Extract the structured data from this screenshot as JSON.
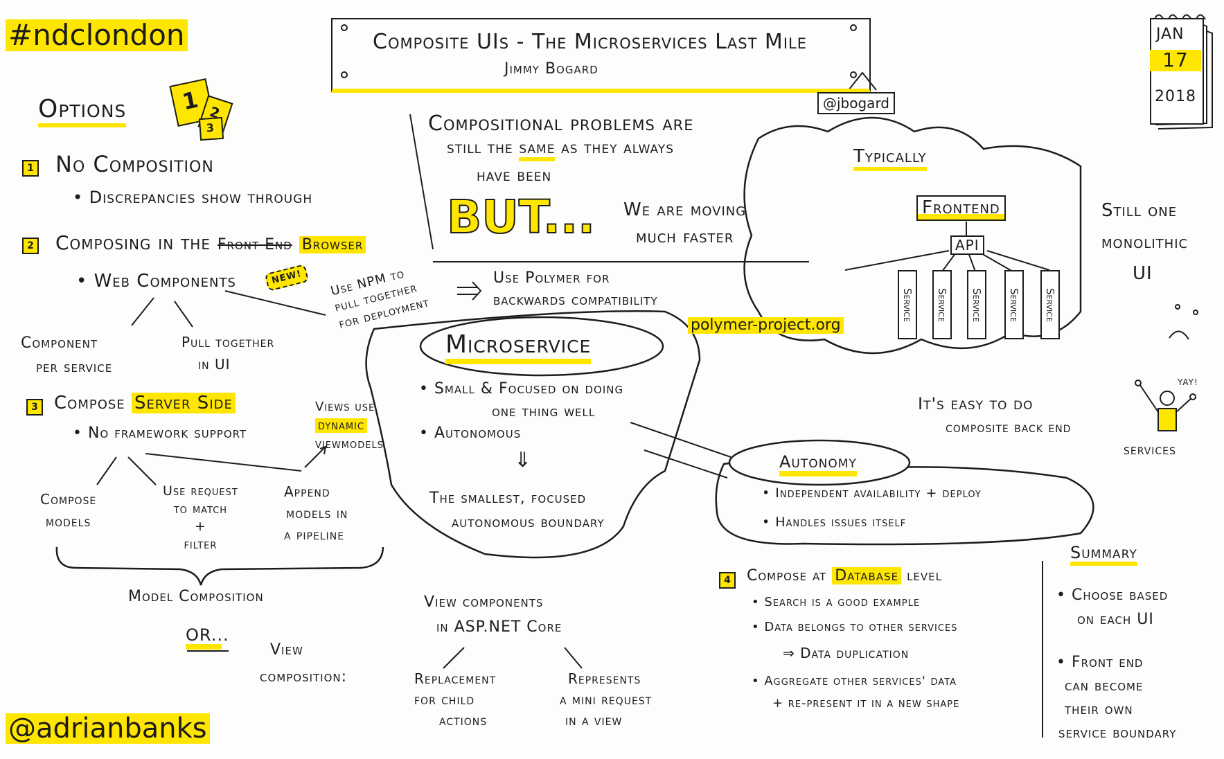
{
  "hashtag": "#ndclondon",
  "credit": "@adrianbanks",
  "title": {
    "main": "Composite UIs - The Microservices Last Mile",
    "speaker": "Jimmy Bogard",
    "handle": "@jbogard"
  },
  "calendar": {
    "month": "JAN",
    "day": "17",
    "year": "2018"
  },
  "options": {
    "heading": "Options",
    "card_number": "1",
    "card_number_2": "2",
    "card_number_3": "3",
    "opt1": {
      "num": "1",
      "title": "No Composition",
      "bullet": "• Discrepancies show through"
    },
    "opt2": {
      "num": "2",
      "title_a": "Composing in the",
      "struck": "Front End",
      "title_b": "Browser",
      "bullet": "• Web Components",
      "new_badge": "NEW!",
      "branch_left": [
        "Component",
        "per service"
      ],
      "branch_right": [
        "Pull together",
        "in UI"
      ],
      "npm": [
        "Use NPM to",
        "pull together",
        "for deployment"
      ],
      "arrow": "⇒",
      "polymer": [
        "Use Polymer for",
        "backwards compatibility"
      ],
      "link": "polymer-project.org"
    },
    "opt3": {
      "num": "3",
      "title_a": "Compose",
      "title_b": "Server Side",
      "bullet": "• No framework support",
      "views_note": [
        "Views use",
        "dynamic",
        "viewmodels"
      ],
      "branches": [
        [
          "Compose",
          "models"
        ],
        [
          "Use request",
          "to match",
          "+",
          "filter"
        ],
        [
          "Append",
          "models in",
          "a pipeline"
        ]
      ],
      "model_comp": "Model Composition",
      "or": "OR...",
      "view_comp": [
        "View",
        "composition:"
      ],
      "view_components": [
        "View components",
        "in ASP.NET Core"
      ],
      "vc_left": [
        "Replacement",
        "for child",
        "actions"
      ],
      "vc_right": [
        "Represents",
        "a mini request",
        "in a view"
      ]
    },
    "opt4": {
      "num": "4",
      "title_a": "Compose at",
      "title_hl": "Database",
      "title_b": "level",
      "b1": "• Search is a good example",
      "b2": "• Data belongs to other services",
      "b2_sub": "⇒ Data duplication",
      "b3": "• Aggregate other services' data",
      "b3_sub": "+ re-present it in a new shape"
    }
  },
  "problems": {
    "line1": "Compositional problems are",
    "line2_a": "still the",
    "line2_hl": "same",
    "line2_b": "as they always",
    "line3": "have been",
    "but": "BUT...",
    "moving": [
      "We are moving",
      "much faster"
    ]
  },
  "microservice": {
    "heading": "Microservice",
    "b1": [
      "• Small & Focused on doing",
      "one thing well"
    ],
    "b2": "• Autonomous",
    "arrow": "⇓",
    "result": [
      "The smallest, focused",
      "autonomous boundary"
    ]
  },
  "autonomy": {
    "heading": "Autonomy",
    "b1": "• Independent availability + deploy",
    "b2": "• Handles issues itself"
  },
  "typically": {
    "heading": "Typically",
    "frontend": "Frontend",
    "api": "API",
    "services": [
      "Service",
      "Service",
      "Service",
      "Service",
      "Service"
    ],
    "monolith": [
      "Still one",
      "monolithic",
      "UI"
    ],
    "easy": [
      "It's easy to do",
      "composite back end",
      "services"
    ],
    "yay": "YAY!"
  },
  "summary": {
    "heading": "Summary",
    "b1": [
      "• Choose based",
      "on each UI"
    ],
    "b2": [
      "• Front end",
      "can become",
      "their own",
      "service boundary"
    ]
  }
}
